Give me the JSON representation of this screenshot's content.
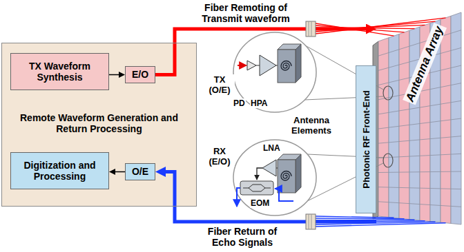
{
  "diagram": {
    "nodes": [
      {
        "text": [
          "Remote Waveform Generation and Return Processing"
        ]
      },
      {
        "text": [
          "TX Waveform Synthesis"
        ],
        "in": 0
      },
      {
        "text": [
          "E/O"
        ],
        "in": 0
      },
      {
        "text": [
          "Digitization and Processing"
        ],
        "in": 0
      },
      {
        "text": [
          "O/E"
        ],
        "in": 0
      },
      {
        "text": [
          "Photonic RF Front-End"
        ]
      },
      {
        "text": [
          "Antenna Array"
        ]
      }
    ],
    "edges": [
      {
        "from": 1,
        "to": 2,
        "arrow": "to"
      },
      {
        "from": 4,
        "to": 3,
        "arrow": "to"
      },
      {
        "from": 2,
        "to": 6,
        "arrow": "to"
      },
      {
        "from": 6,
        "to": 4,
        "arrow": "to"
      }
    ],
    "labels": [
      "Fiber Remoting of Transmit waveform",
      "TX (O/E)",
      "PD",
      "HPA",
      "Antenna Elements",
      "RX (E/O)",
      "LNA",
      "EOM",
      "Fiber Return of Echo Signals"
    ]
  }
}
